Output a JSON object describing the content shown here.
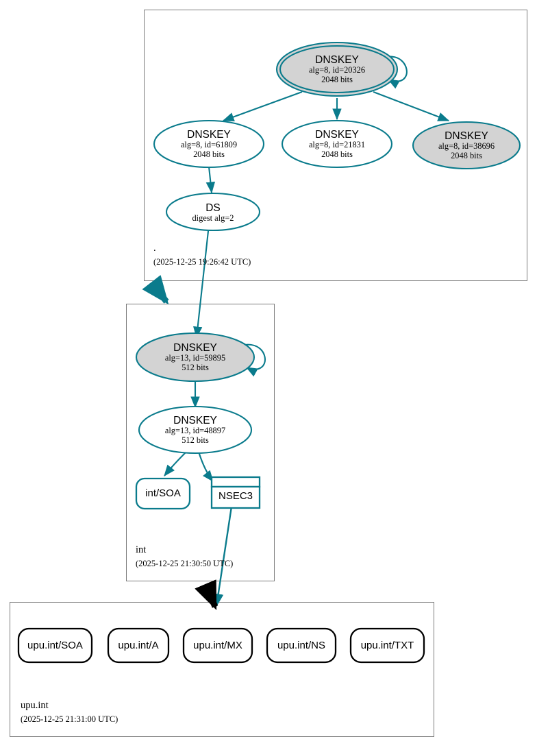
{
  "diagram": {
    "type": "dnssec-authentication-chain",
    "colors": {
      "secure_teal": "#0a7b8c",
      "ksk_fill": "#d3d3d3",
      "zsk_fill": "#ffffff",
      "zone_border": "#7a7a7a",
      "rr_border": "#000000",
      "delegation_arrow": "#000000"
    }
  },
  "zones": [
    {
      "id": "root",
      "name": ".",
      "timestamp": "(2025-12-25 19:26:42 UTC)",
      "nodes": [
        {
          "id": "root-ksk-20326",
          "kind": "DNSKEY",
          "title": "DNSKEY",
          "line2": "alg=8, id=20326",
          "line3": "2048 bits",
          "role": "ksk",
          "shape": "double-ellipse",
          "fill": "#d3d3d3",
          "self_signed": true
        },
        {
          "id": "root-zsk-61809",
          "kind": "DNSKEY",
          "title": "DNSKEY",
          "line2": "alg=8, id=61809",
          "line3": "2048 bits",
          "role": "zsk",
          "shape": "ellipse",
          "fill": "#ffffff",
          "self_signed": false
        },
        {
          "id": "root-zsk-21831",
          "kind": "DNSKEY",
          "title": "DNSKEY",
          "line2": "alg=8, id=21831",
          "line3": "2048 bits",
          "role": "zsk",
          "shape": "ellipse",
          "fill": "#ffffff",
          "self_signed": false
        },
        {
          "id": "root-zsk-38696",
          "kind": "DNSKEY",
          "title": "DNSKEY",
          "line2": "alg=8, id=38696",
          "line3": "2048 bits",
          "role": "zsk",
          "shape": "ellipse",
          "fill": "#d3d3d3",
          "self_signed": false
        },
        {
          "id": "root-ds",
          "kind": "DS",
          "title": "DS",
          "line2": "digest alg=2",
          "line3": "",
          "role": "ds",
          "shape": "ellipse",
          "fill": "#ffffff",
          "self_signed": false
        }
      ]
    },
    {
      "id": "int",
      "name": "int",
      "timestamp": "(2025-12-25 21:30:50 UTC)",
      "nodes": [
        {
          "id": "int-ksk-59895",
          "kind": "DNSKEY",
          "title": "DNSKEY",
          "line2": "alg=13, id=59895",
          "line3": "512 bits",
          "role": "ksk",
          "shape": "ellipse",
          "fill": "#d3d3d3",
          "self_signed": true
        },
        {
          "id": "int-zsk-48897",
          "kind": "DNSKEY",
          "title": "DNSKEY",
          "line2": "alg=13, id=48897",
          "line3": "512 bits",
          "role": "zsk",
          "shape": "ellipse",
          "fill": "#ffffff",
          "self_signed": false
        },
        {
          "id": "int-soa",
          "kind": "RRSET",
          "title": "int/SOA",
          "line2": "",
          "line3": "",
          "role": "rrset",
          "shape": "rounded-rect",
          "fill": "#ffffff",
          "self_signed": false
        },
        {
          "id": "int-nsec3",
          "kind": "NSEC3",
          "title": "NSEC3",
          "line2": "",
          "line3": "",
          "role": "nsec3",
          "shape": "rect-header",
          "fill": "#ffffff",
          "self_signed": false
        }
      ]
    },
    {
      "id": "upu",
      "name": "upu.int",
      "timestamp": "(2025-12-25 21:31:00 UTC)",
      "nodes": [
        {
          "id": "upu-soa",
          "kind": "RRSET",
          "title": "upu.int/SOA",
          "line2": "",
          "line3": "",
          "role": "rrset-insecure",
          "shape": "rounded-rect",
          "fill": "#ffffff",
          "self_signed": false
        },
        {
          "id": "upu-a",
          "kind": "RRSET",
          "title": "upu.int/A",
          "line2": "",
          "line3": "",
          "role": "rrset-insecure",
          "shape": "rounded-rect",
          "fill": "#ffffff",
          "self_signed": false
        },
        {
          "id": "upu-mx",
          "kind": "RRSET",
          "title": "upu.int/MX",
          "line2": "",
          "line3": "",
          "role": "rrset-insecure",
          "shape": "rounded-rect",
          "fill": "#ffffff",
          "self_signed": false
        },
        {
          "id": "upu-ns",
          "kind": "RRSET",
          "title": "upu.int/NS",
          "line2": "",
          "line3": "",
          "role": "rrset-insecure",
          "shape": "rounded-rect",
          "fill": "#ffffff",
          "self_signed": false
        },
        {
          "id": "upu-txt",
          "kind": "RRSET",
          "title": "upu.int/TXT",
          "line2": "",
          "line3": "",
          "role": "rrset-insecure",
          "shape": "rounded-rect",
          "fill": "#ffffff",
          "self_signed": false
        }
      ]
    }
  ],
  "edges": [
    {
      "from": "root-ksk-20326",
      "to": "root-ksk-20326",
      "style": "self-loop",
      "color": "#0a7b8c"
    },
    {
      "from": "root-ksk-20326",
      "to": "root-zsk-61809",
      "style": "rrsig",
      "color": "#0a7b8c"
    },
    {
      "from": "root-ksk-20326",
      "to": "root-zsk-21831",
      "style": "rrsig",
      "color": "#0a7b8c"
    },
    {
      "from": "root-ksk-20326",
      "to": "root-zsk-38696",
      "style": "rrsig",
      "color": "#0a7b8c"
    },
    {
      "from": "root-zsk-61809",
      "to": "root-ds",
      "style": "rrsig",
      "color": "#0a7b8c"
    },
    {
      "from": "root-ds",
      "to": "int-ksk-59895",
      "style": "ds-link",
      "color": "#0a7b8c"
    },
    {
      "from": "root",
      "to": "int",
      "style": "delegation-secure",
      "color": "#0a7b8c"
    },
    {
      "from": "int-ksk-59895",
      "to": "int-ksk-59895",
      "style": "self-loop",
      "color": "#0a7b8c"
    },
    {
      "from": "int-ksk-59895",
      "to": "int-zsk-48897",
      "style": "rrsig",
      "color": "#0a7b8c"
    },
    {
      "from": "int-zsk-48897",
      "to": "int-soa",
      "style": "rrsig",
      "color": "#0a7b8c"
    },
    {
      "from": "int-zsk-48897",
      "to": "int-nsec3",
      "style": "rrsig",
      "color": "#0a7b8c"
    },
    {
      "from": "int-nsec3",
      "to": "upu",
      "style": "nsec3-proof",
      "color": "#0a7b8c"
    },
    {
      "from": "int",
      "to": "upu",
      "style": "delegation-insecure",
      "color": "#000000"
    }
  ]
}
